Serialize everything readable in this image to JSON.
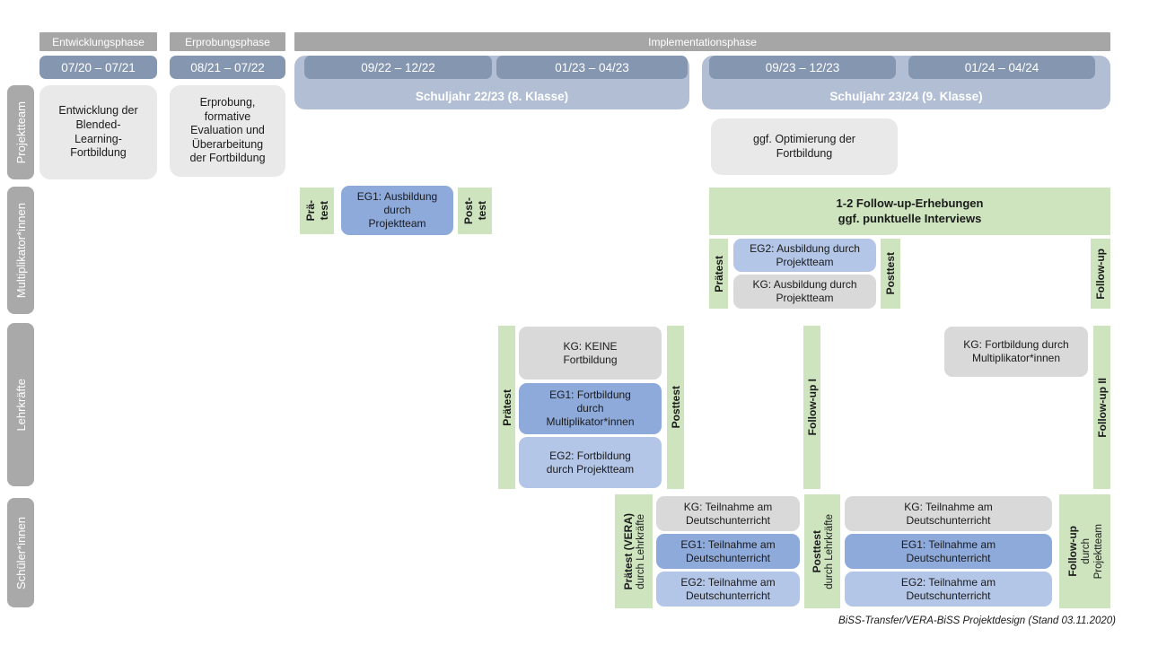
{
  "header": {
    "phases": [
      {
        "label": "Entwicklungsphase"
      },
      {
        "label": "Erprobungsphase"
      },
      {
        "label": "Implementationsphase"
      }
    ],
    "date_ranges": [
      "07/20 – 07/21",
      "08/21 – 07/22",
      "09/22 – 12/22",
      "01/23 – 04/23",
      "09/23 – 12/23",
      "01/24 – 04/24"
    ],
    "school_years": [
      "Schuljahr 22/23 (8. Klasse)",
      "Schuljahr 23/24 (9. Klasse)"
    ]
  },
  "row_labels": {
    "projektteam": "Projektteam",
    "multiplikatoren": "Multiplikator*innen",
    "lehrkraefte": "Lehrkräfte",
    "schueler": "Schüler*innen"
  },
  "projektteam": {
    "entwicklung": "Entwicklung der\nBlended-\nLearning-\nFortbildung",
    "erprobung": "Erprobung,\nformative\nEvaluation und\nÜberarbeitung\nder Fortbildung",
    "optimierung": "ggf. Optimierung der\nFortbildung"
  },
  "multiplikatoren": {
    "praetest1_line1": "Prä-",
    "praetest1_line2": "test",
    "eg1": "EG1: Ausbildung\ndurch\nProjektteam",
    "posttest1_line1": "Post-",
    "posttest1_line2": "test",
    "banner": "1-2 Follow-up-Erhebungen\nggf. punktuelle Interviews",
    "praetest2": "Prätest",
    "eg2": "EG2: Ausbildung durch\nProjektteam",
    "kg": "KG: Ausbildung durch\nProjektteam",
    "posttest2": "Posttest",
    "followup": "Follow-up"
  },
  "lehrkraefte": {
    "praetest": "Prätest",
    "kg1": "KG: KEINE\nFortbildung",
    "eg1": "EG1: Fortbildung\ndurch\nMultiplikator*innen",
    "eg2": "EG2: Fortbildung\ndurch Projektteam",
    "posttest": "Posttest",
    "followup1": "Follow-up I",
    "kg2": "KG: Fortbildung durch\nMultiplikator*innen",
    "followup2": "Follow-up II"
  },
  "schueler": {
    "praetest_main": "Prätest (VERA)",
    "praetest_sub": "durch Lehrkräfte",
    "kg": "KG: Teilnahme am\nDeutschunterricht",
    "eg1": "EG1: Teilnahme am\nDeutschunterricht",
    "eg2": "EG2: Teilnahme am\nDeutschunterricht",
    "posttest_main": "Posttest",
    "posttest_sub": "durch Lehrkräfte",
    "followup_main": "Follow-up",
    "followup_sub1": "durch",
    "followup_sub2": "Projektteam"
  },
  "caption": "BiSS-Transfer/VERA-BiSS Projektdesign (Stand 03.11.2020)",
  "colors": {
    "phase_gray": "#a6a6a6",
    "row_label_gray": "#a9a9a9",
    "date_blue": "#8496b0",
    "band_blue": "#b1bed4",
    "light_gray_box": "#e9e9e9",
    "kg_gray": "#d9d9d9",
    "eg1_blue": "#8eaadb",
    "eg2_blue": "#b4c6e7",
    "green": "#cde4bf"
  }
}
